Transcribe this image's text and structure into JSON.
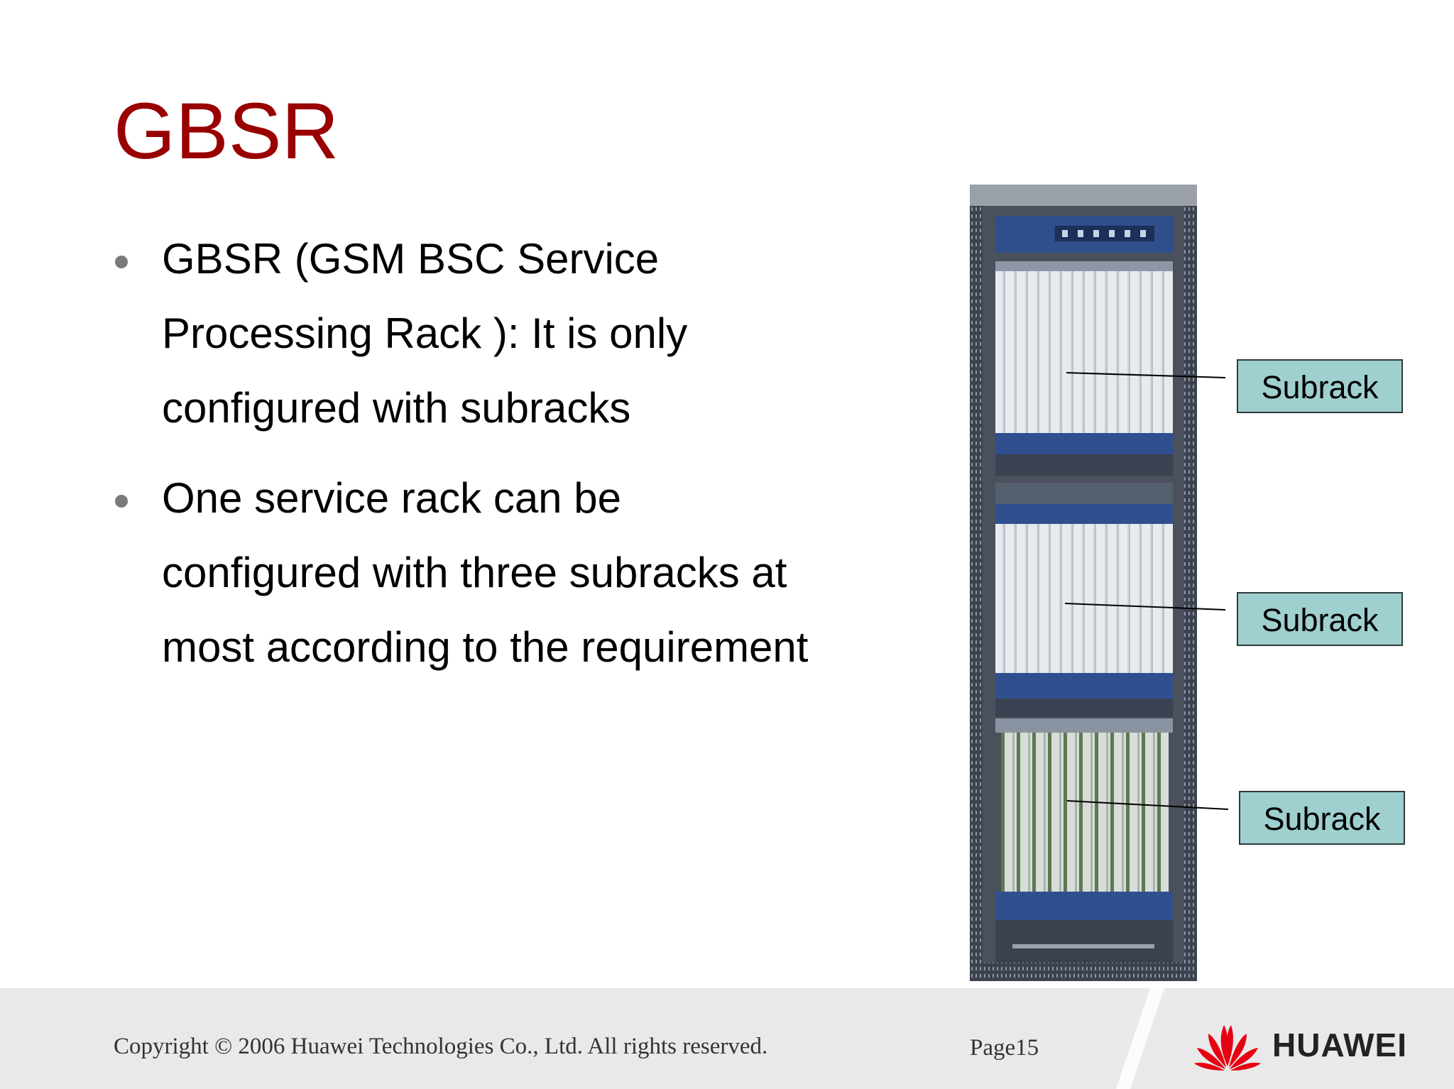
{
  "slide": {
    "title": "GBSR",
    "bullets": [
      "GBSR (GSM BSC Service Processing Rack ): It is only configured with subracks",
      "One service rack can be configured with three subracks at most according to the requirement"
    ]
  },
  "figure": {
    "callouts": [
      "Subrack",
      "Subrack",
      "Subrack"
    ]
  },
  "footer": {
    "copyright": "Copyright © 2006 Huawei Technologies Co., Ltd. All rights reserved.",
    "page": "Page15",
    "logo_text": "HUAWEI"
  },
  "colors": {
    "title": "#990000",
    "callout_fill": "#9fcfcf",
    "footer_bg": "#e9e9e9",
    "logo_red": "#e60012"
  },
  "icons": {
    "logo": "huawei-petal-logo",
    "bullet": "round-bullet-icon"
  }
}
